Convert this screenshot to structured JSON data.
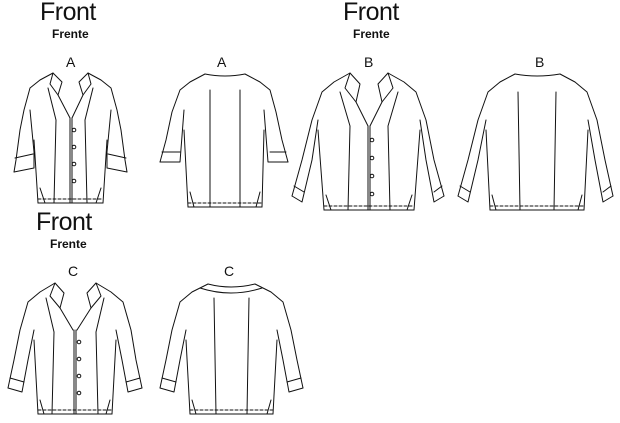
{
  "headers": [
    {
      "title": "Front",
      "subtitle": "Frente"
    },
    {
      "title": "Front",
      "subtitle": "Frente"
    },
    {
      "title": "Front",
      "subtitle": "Frente"
    }
  ],
  "views": [
    {
      "label": "A"
    },
    {
      "label": "A"
    },
    {
      "label": "B"
    },
    {
      "label": "B"
    },
    {
      "label": "C"
    },
    {
      "label": "C"
    }
  ]
}
